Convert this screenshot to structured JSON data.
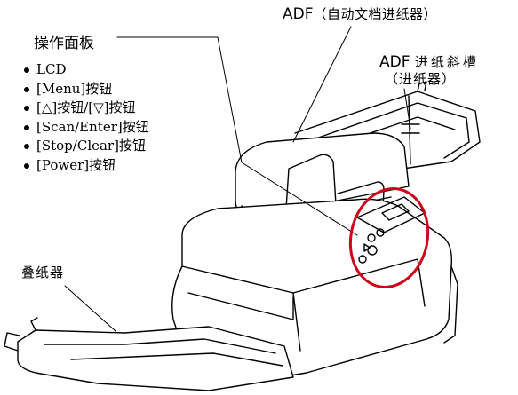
{
  "operator_panel": {
    "title": "操作面板",
    "features": [
      "LCD",
      "[Menu]按钮",
      "[△]按钮/[▽]按钮",
      "[Scan/Enter]按钮",
      "[Stop/Clear]按钮",
      "[Power]按钮"
    ]
  },
  "adf": {
    "prefix": "ADF",
    "name": "（自动文档进纸器）"
  },
  "paper_chute": {
    "prefix": "ADF",
    "name": "进纸斜槽",
    "sub": "（进纸器）"
  },
  "stacker": {
    "title": "叠纸器"
  },
  "colors": {
    "highlight_ring": "#d0021b",
    "line": "#000000"
  }
}
